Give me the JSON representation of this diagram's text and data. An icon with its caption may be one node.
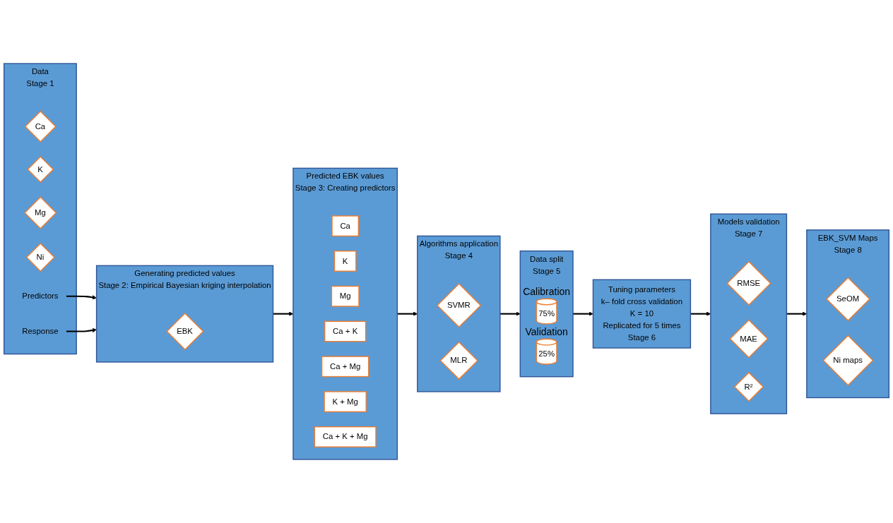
{
  "diagram": {
    "nodes": [
      {
        "text": [
          "Data",
          "Stage 1"
        ]
      },
      {
        "text": [
          "Ca"
        ],
        "in": 0
      },
      {
        "text": [
          "K"
        ],
        "in": 0
      },
      {
        "text": [
          "Mg"
        ],
        "in": 0
      },
      {
        "text": [
          "Ni"
        ],
        "in": 0
      },
      {
        "text": [
          "Predictors"
        ],
        "in": 0
      },
      {
        "text": [
          "Response"
        ],
        "in": 0
      },
      {
        "text": [
          "Generating predicted values",
          "Stage 2: Empirical Bayesian kriging interpolation"
        ]
      },
      {
        "text": [
          "EBK"
        ],
        "in": 7
      },
      {
        "text": [
          "Predicted EBK values",
          "Stage 3: Creating predictors"
        ]
      },
      {
        "text": [
          "Ca"
        ],
        "in": 9
      },
      {
        "text": [
          "K"
        ],
        "in": 9
      },
      {
        "text": [
          "Mg"
        ],
        "in": 9
      },
      {
        "text": [
          "Ca + K"
        ],
        "in": 9
      },
      {
        "text": [
          "Ca + Mg"
        ],
        "in": 9
      },
      {
        "text": [
          "K + Mg"
        ],
        "in": 9
      },
      {
        "text": [
          "Ca + K + Mg"
        ],
        "in": 9
      },
      {
        "text": [
          "Algorithms  application",
          "Stage 4"
        ]
      },
      {
        "text": [
          "SVMR"
        ],
        "in": 17
      },
      {
        "text": [
          "MLR"
        ],
        "in": 17
      },
      {
        "text": [
          "Data split",
          "Stage 5"
        ]
      },
      {
        "text": [
          "75%"
        ],
        "beside": [
          "Calibration"
        ],
        "in": 20
      },
      {
        "text": [
          "25%"
        ],
        "beside": [
          "Validation"
        ],
        "in": 20
      },
      {
        "text": [
          "Tuning parameters",
          "k– fold cross validation",
          "K = 10",
          "Replicated for 5 times",
          "Stage 6"
        ]
      },
      {
        "text": [
          "Models validation",
          "Stage 7"
        ]
      },
      {
        "text": [
          "RMSE"
        ],
        "in": 24
      },
      {
        "text": [
          "MAE"
        ],
        "in": 24
      },
      {
        "text": [
          "R²"
        ],
        "in": 24
      },
      {
        "text": [
          "EBK_SVM Maps",
          "Stage 8"
        ]
      },
      {
        "text": [
          "SeOM"
        ],
        "in": 28
      },
      {
        "text": [
          "Ni maps"
        ],
        "in": 28
      }
    ],
    "edges": [
      {
        "from": 5,
        "to": 7,
        "arrow": "to"
      },
      {
        "from": 6,
        "to": 7,
        "arrow": "to"
      },
      {
        "from": 7,
        "to": 9,
        "arrow": "to"
      },
      {
        "from": 9,
        "to": 17,
        "arrow": "to"
      },
      {
        "from": 17,
        "to": 20,
        "arrow": "to"
      },
      {
        "from": 20,
        "to": 23,
        "arrow": "to"
      },
      {
        "from": 23,
        "to": 24,
        "arrow": "to"
      },
      {
        "from": 24,
        "to": 28,
        "arrow": "to"
      }
    ]
  }
}
